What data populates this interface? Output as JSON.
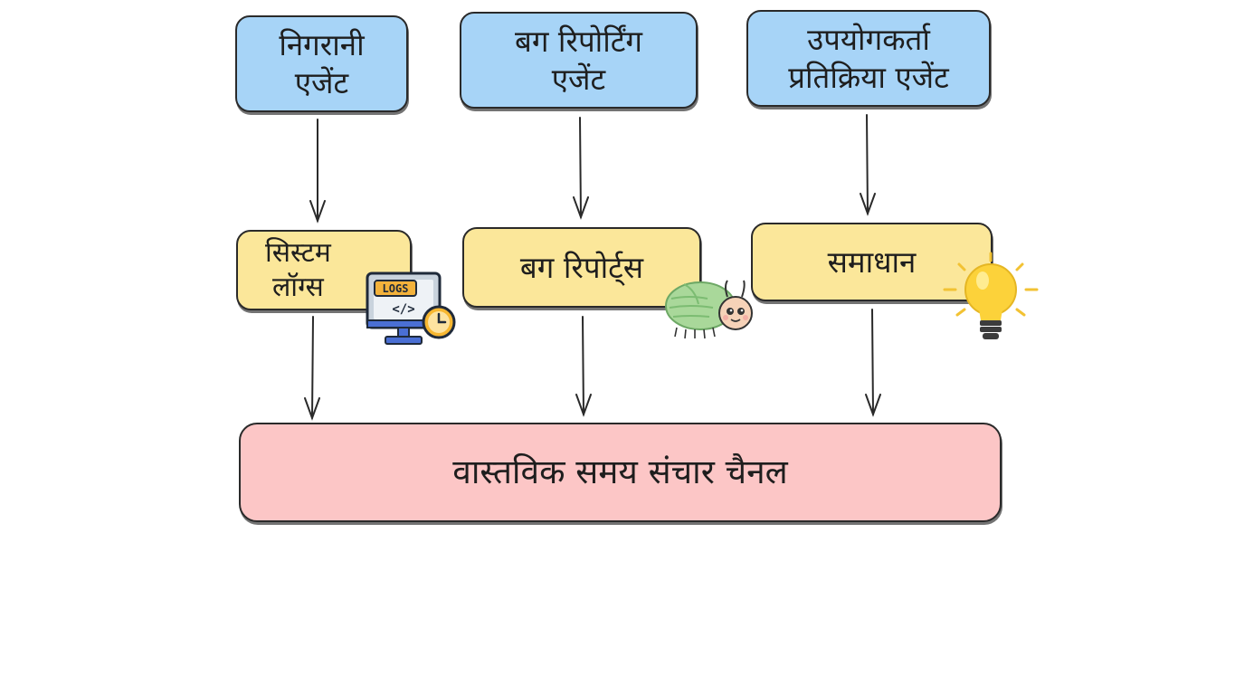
{
  "agents": {
    "monitoring": "निगरानी\nएजेंट",
    "bug_reporting": "बग रिपोर्टिंग\nएजेंट",
    "user_feedback": "उपयोगकर्ता\nप्रतिक्रिया एजेंट"
  },
  "outputs": {
    "system_logs": "सिस्टम\nलॉग्स",
    "bug_reports": "बग रिपोर्ट्स",
    "solution": "समाधान"
  },
  "channel": {
    "label": "वास्तविक समय संचार चैनल"
  },
  "icons": {
    "logs_monitor_text": "LOGS",
    "logs_monitor_code": "</>",
    "logs_icon": "monitor-logs-clock-icon",
    "bug_icon": "bug-icon",
    "solution_icon": "lightbulb-icon"
  },
  "colors": {
    "agent_fill": "#a7d4f7",
    "output_fill": "#fbe79a",
    "channel_fill": "#fcc6c6"
  }
}
